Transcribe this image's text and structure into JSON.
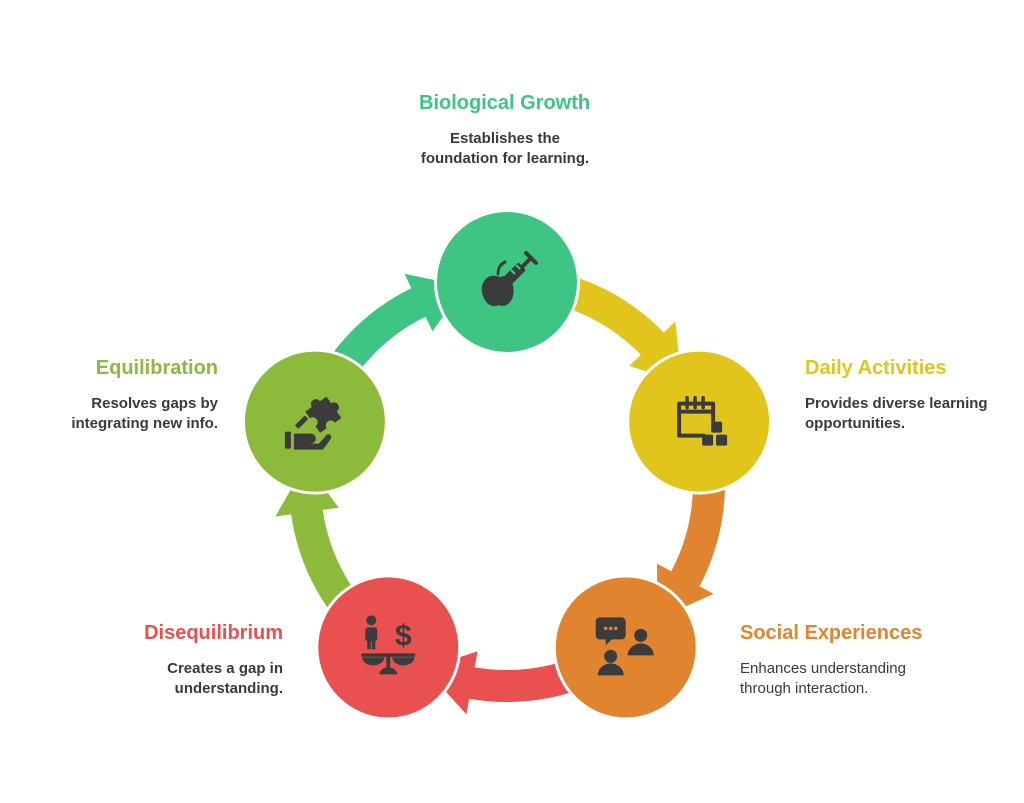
{
  "stages": [
    {
      "title": "Biological Growth",
      "description": "Establishes the\nfoundation for learning.",
      "color": "#3ec583",
      "icon": "apple-syringe-icon"
    },
    {
      "title": "Daily Activities",
      "description": "Provides diverse learning\nopportunities.",
      "color": "#e1c51d",
      "icon": "calendar-blocks-icon"
    },
    {
      "title": "Social Experiences",
      "description": "Enhances understanding\nthrough interaction.",
      "color": "#e0842f",
      "icon": "people-chat-icon"
    },
    {
      "title": "Disequilibrium",
      "description": "Creates a gap in\nunderstanding.",
      "color": "#e8514f",
      "icon": "person-dollar-scale-icon"
    },
    {
      "title": "Equilibration",
      "description": "Resolves gaps by\nintegrating new info.",
      "color": "#8cba3b",
      "icon": "hand-puzzle-icon"
    }
  ],
  "icon_color": "#3b3b3b"
}
